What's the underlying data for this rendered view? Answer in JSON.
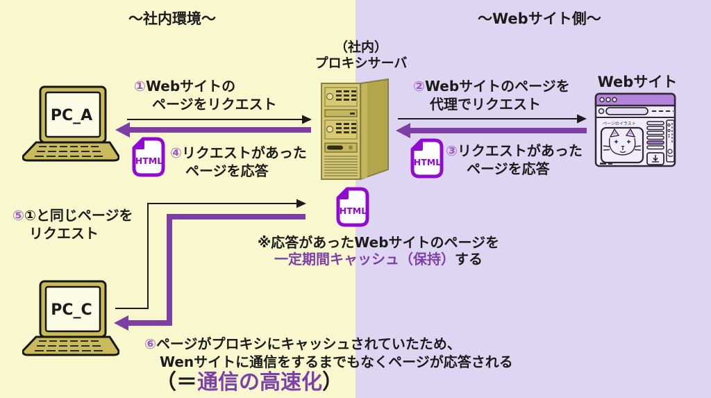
{
  "headers": {
    "left": "〜社内環境〜",
    "right": "〜Webサイト側〜"
  },
  "proxy_server": {
    "label_line1": "（社内）",
    "label_line2": "プロキシサーバ"
  },
  "website": {
    "label": "Webサイト",
    "page_scribble": "ページのイラスト"
  },
  "devices": {
    "pc_a_label": "PC_A",
    "pc_c_label": "PC_C"
  },
  "file_icon": {
    "label": "HTML"
  },
  "steps": {
    "step1": {
      "number": "①",
      "line1": "Webサイトの",
      "line2": "ページをリクエスト"
    },
    "step2": {
      "number": "②",
      "line1": "Webサイトのページを",
      "line2": "代理でリクエスト"
    },
    "step3": {
      "number": "③",
      "line1": "リクエストがあった",
      "line2": "ページを応答"
    },
    "step4": {
      "number": "④",
      "line1": "リクエストがあった",
      "line2": "ページを応答"
    },
    "step5": {
      "number": "⑤",
      "line1": "①と同じページを",
      "line2": "リクエスト"
    },
    "step6": {
      "number": "⑥",
      "line1": "ページがプロキシにキャッシュされていたため、",
      "line2": "Wenサイトに通信をするまでもなくページが応答される",
      "line3_open": "（＝",
      "line3_highlight": "通信の高速化",
      "line3_close": "）"
    }
  },
  "cache_note": {
    "line1": "※応答があったWebサイトのページを",
    "line2_highlight": "一定期間キャッシュ（保持）",
    "line2_suffix": "する"
  },
  "colors": {
    "bg_left": "#f9f7cd",
    "bg_right": "#ddd5f1",
    "arrow_purple": "#7d3fa4",
    "text_purple": "#7d3fa8",
    "number_purple": "#9a5ec6",
    "icon_purple": "#9209d2",
    "black": "#1b1b1b",
    "khaki": "#c9ba5c"
  }
}
